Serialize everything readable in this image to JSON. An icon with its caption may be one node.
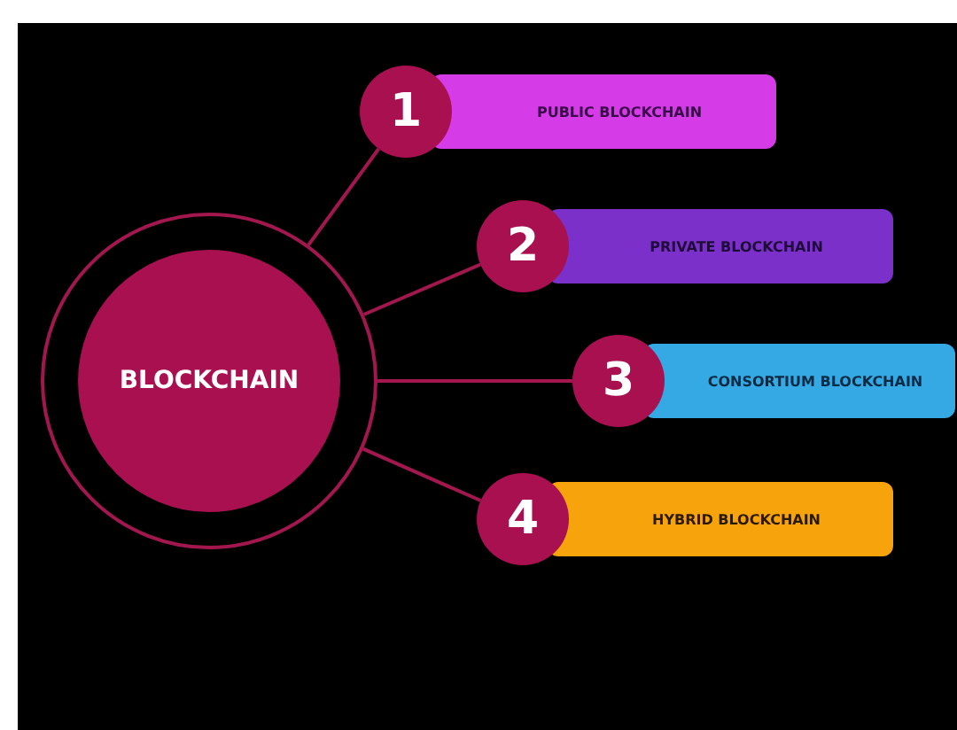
{
  "diagram": {
    "nodes": [
      {
        "text": [
          "BLOCKCHAIN"
        ]
      },
      {
        "text": [
          "1",
          "PUBLIC BLOCKCHAIN"
        ]
      },
      {
        "text": [
          "2",
          "PRIVATE BLOCKCHAIN"
        ]
      },
      {
        "text": [
          "3",
          "CONSORTIUM BLOCKCHAIN"
        ]
      },
      {
        "text": [
          "4",
          "HYBRID BLOCKCHAIN"
        ]
      }
    ],
    "edges": [
      {
        "from": 0,
        "to": 1,
        "arrow": "none"
      },
      {
        "from": 0,
        "to": 2,
        "arrow": "none"
      },
      {
        "from": 0,
        "to": 3,
        "arrow": "none"
      },
      {
        "from": 0,
        "to": 4,
        "arrow": "none"
      }
    ]
  }
}
